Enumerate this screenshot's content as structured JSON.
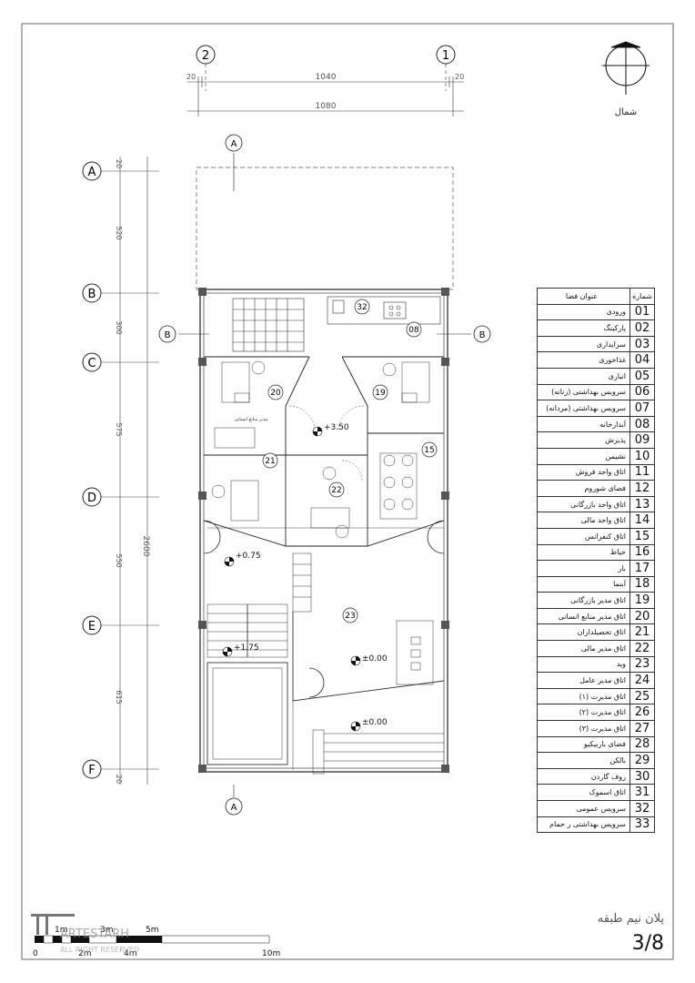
{
  "dimensions": {
    "top_left": "20",
    "top_right": "20",
    "top_inner": "1040",
    "top_outer": "1080",
    "left": [
      "20",
      "520",
      "300",
      "575",
      "550",
      "615",
      "20"
    ],
    "total": "2600"
  },
  "grid": {
    "columns": [
      "2",
      "1"
    ],
    "rows": [
      "A",
      "B",
      "C",
      "D",
      "E",
      "F"
    ]
  },
  "sections": {
    "a": "A",
    "b": "B"
  },
  "room_tags": [
    "32",
    "08",
    "20",
    "19",
    "21",
    "15",
    "22",
    "23"
  ],
  "levels": [
    "+3.50",
    "+0.75",
    "+1.75",
    "±0.00",
    "±0.00"
  ],
  "room_note": "مدیر منابع انسانی",
  "legend": {
    "header_num": "شماره",
    "header_name": "عنوان فضا",
    "rows": [
      {
        "num": "01",
        "name": "ورودی"
      },
      {
        "num": "02",
        "name": "پارکینگ"
      },
      {
        "num": "03",
        "name": "سرایداری"
      },
      {
        "num": "04",
        "name": "غذاخوری"
      },
      {
        "num": "05",
        "name": "انباری"
      },
      {
        "num": "06",
        "name": "سرویس بهداشتی (زنانه)"
      },
      {
        "num": "07",
        "name": "سرویس بهداشتی (مردانه)"
      },
      {
        "num": "08",
        "name": "آبدارخانه"
      },
      {
        "num": "09",
        "name": "پذیرش"
      },
      {
        "num": "10",
        "name": "نشیمن"
      },
      {
        "num": "11",
        "name": "اتاق واحد فروش"
      },
      {
        "num": "12",
        "name": "فضای شوروم"
      },
      {
        "num": "13",
        "name": "اتاق واحد بازرگانی"
      },
      {
        "num": "14",
        "name": "اتاق واحد مالی"
      },
      {
        "num": "15",
        "name": "اتاق کنفرانس"
      },
      {
        "num": "16",
        "name": "حیاط"
      },
      {
        "num": "17",
        "name": "بار"
      },
      {
        "num": "18",
        "name": "آبنما"
      },
      {
        "num": "19",
        "name": "اتاق مدیر بازرگانی"
      },
      {
        "num": "20",
        "name": "اتاق مدیر منابع انسانی"
      },
      {
        "num": "21",
        "name": "اتاق تحصیلداران"
      },
      {
        "num": "22",
        "name": "اتاق مدیر مالی"
      },
      {
        "num": "23",
        "name": "وید"
      },
      {
        "num": "24",
        "name": "اتاق مدیر عامل"
      },
      {
        "num": "25",
        "name": "اتاق مدیرت (۱)"
      },
      {
        "num": "26",
        "name": "اتاق مدیرت (۲)"
      },
      {
        "num": "27",
        "name": "اتاق مدیرت (۳)"
      },
      {
        "num": "28",
        "name": "فضای باربیکیو"
      },
      {
        "num": "29",
        "name": "بالکن"
      },
      {
        "num": "30",
        "name": "روف گاردن"
      },
      {
        "num": "31",
        "name": "اتاق اسموک"
      },
      {
        "num": "32",
        "name": "سرویس عمومی"
      },
      {
        "num": "33",
        "name": "سرویس بهداشتی ر حمام"
      }
    ]
  },
  "scale": {
    "labels": [
      "0",
      "1m",
      "2m",
      "3m",
      "4m",
      "5m",
      "10m"
    ],
    "brand": "ARTESTARH",
    "rights": "ALL RIGHT RESERVED"
  },
  "north_label": "شمال",
  "sheet": {
    "title": "پلان نیم طبقه",
    "number": "3/8"
  }
}
